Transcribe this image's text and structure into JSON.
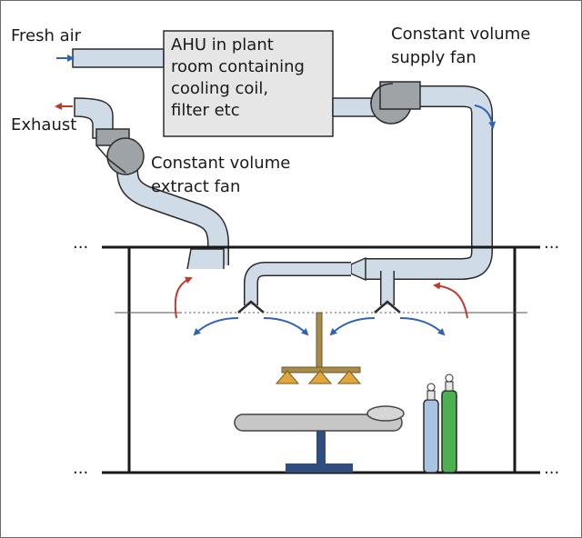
{
  "labels": {
    "fresh_air": "Fresh air",
    "exhaust": "Exhaust",
    "ahu_lines": [
      "AHU in plant",
      "room containing",
      "cooling coil,",
      "filter etc"
    ],
    "supply_fan_lines": [
      "Constant volume",
      "supply fan"
    ],
    "extract_fan_lines": [
      "Constant volume",
      "extract fan"
    ],
    "ellipsis": "..."
  },
  "colors": {
    "duct_fill": "#cfdbe7",
    "duct_stroke": "#2b2b2b",
    "fan_fill": "#9ea3a8",
    "ahu_fill": "#e6e6e6",
    "supply_arrow": "#2e63b8",
    "exhaust_arrow": "#c0392b",
    "lamp_fill": "#e0a73e",
    "lamp_stem": "#a88a4a",
    "table_fill": "#c7c7c7",
    "table_base": "#2f4d7d",
    "cylinder_blue": "#a9c4e3",
    "cylinder_green": "#4caf50",
    "frame": "#1a1a1a"
  },
  "icons": {
    "supply_fan": "centrifugal-fan-icon",
    "extract_fan": "centrifugal-fan-icon",
    "operating_lamp": "surgical-lamp-icon",
    "operating_table": "operating-table-icon",
    "gas_cylinders": "gas-cylinder-icon"
  }
}
